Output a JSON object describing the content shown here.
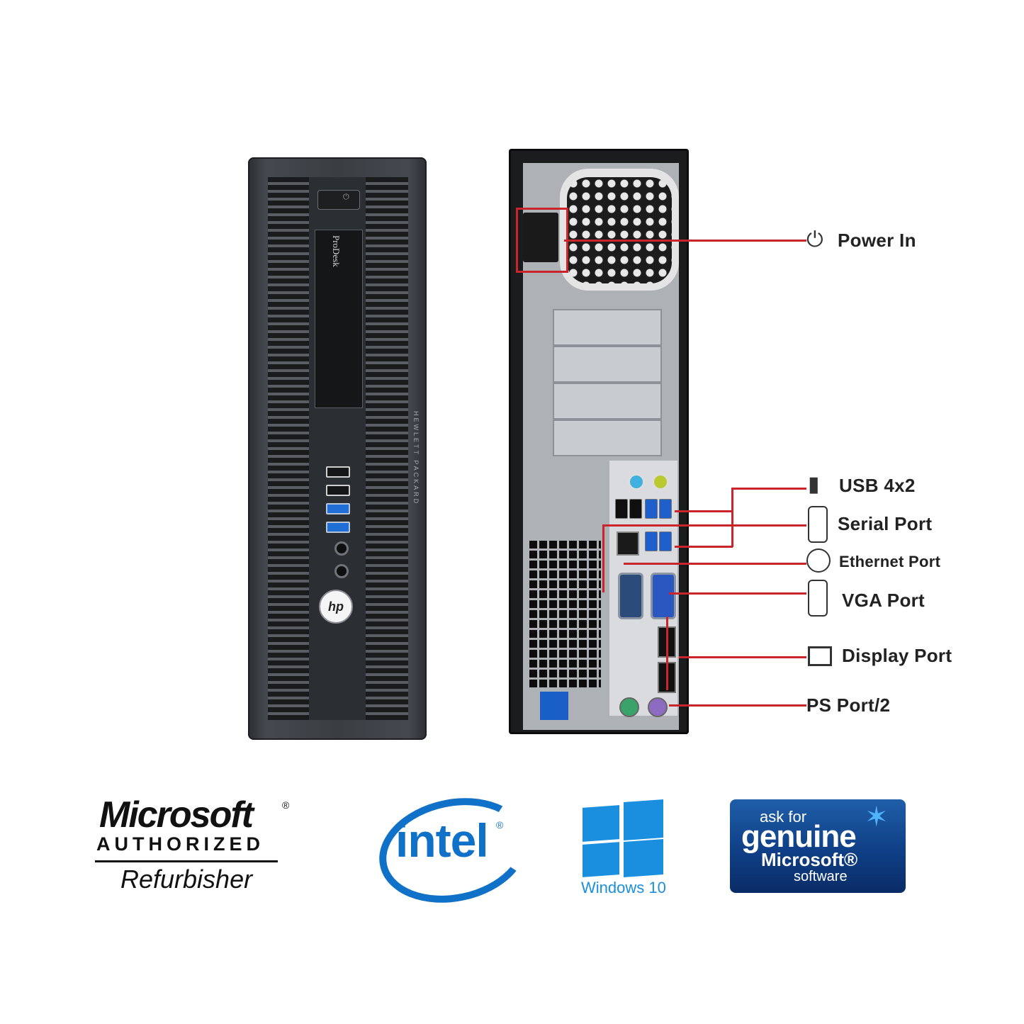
{
  "front": {
    "model_label": "ProDesk",
    "brand_strip": "HEWLETT PACKARD",
    "logo": "hp"
  },
  "callouts": [
    {
      "icon": "power-icon",
      "label": "Power In"
    },
    {
      "icon": "usb-icon",
      "label": "USB 4x2"
    },
    {
      "icon": "serial-icon",
      "label": "Serial Port"
    },
    {
      "icon": "ethernet-icon",
      "label": "Ethernet Port"
    },
    {
      "icon": "vga-icon",
      "label": "VGA Port"
    },
    {
      "icon": "monitor-icon",
      "label": "Display Port"
    },
    {
      "icon": "",
      "label": "PS Port/2"
    }
  ],
  "logos": {
    "microsoft": {
      "word": "Microsoft",
      "registered": "®",
      "authorized": "AUTHORIZED",
      "refurbisher": "Refurbisher"
    },
    "intel": {
      "word": "intel",
      "registered": "®"
    },
    "windows": {
      "label": "Windows 10"
    },
    "genuine": {
      "line1": "ask for",
      "line2": "genuine",
      "line3": "Microsoft®",
      "line4": "software"
    }
  },
  "colors": {
    "callout_line": "#c9252b",
    "intel_blue": "#0f71c7",
    "windows_blue": "#1a8fe0"
  }
}
